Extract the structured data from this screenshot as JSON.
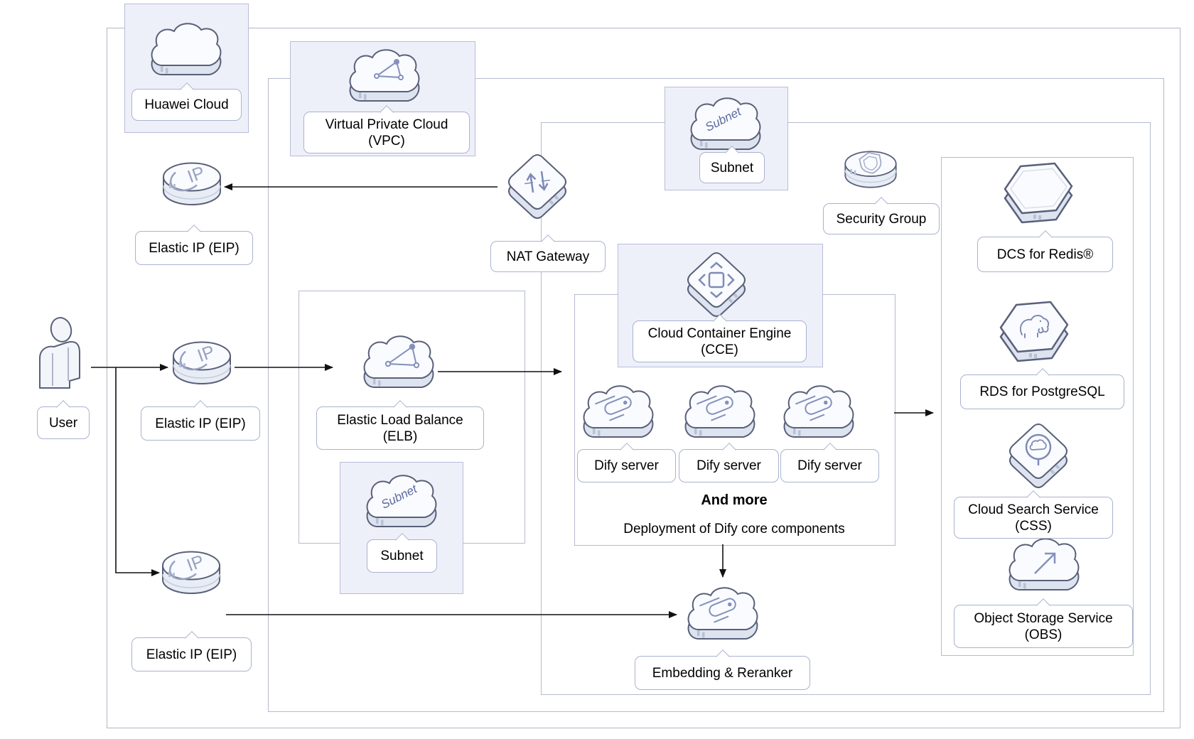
{
  "nodes": {
    "user": {
      "label": "User"
    },
    "huawei_cloud": {
      "label": "Huawei Cloud"
    },
    "vpc": {
      "line1": "Virtual Private Cloud",
      "line2": "(VPC)"
    },
    "eip_top": {
      "label": "Elastic IP (EIP)"
    },
    "eip_mid": {
      "label": "Elastic IP (EIP)"
    },
    "eip_bottom": {
      "label": "Elastic IP (EIP)"
    },
    "nat_gateway": {
      "label": "NAT Gateway"
    },
    "subnet_top": {
      "label": "Subnet"
    },
    "security_group": {
      "label": "Security Group"
    },
    "elb": {
      "line1": "Elastic Load Balance",
      "line2": "(ELB)"
    },
    "subnet_bottom": {
      "label": "Subnet"
    },
    "cce": {
      "line1": "Cloud Container Engine",
      "line2": "(CCE)"
    },
    "dify_server_1": {
      "label": "Dify server"
    },
    "dify_server_2": {
      "label": "Dify server"
    },
    "dify_server_3": {
      "label": "Dify server"
    },
    "embedding": {
      "label": "Embedding & Reranker"
    },
    "dcs": {
      "label": "DCS for Redis®"
    },
    "rds": {
      "label": "RDS for PostgreSQL"
    },
    "css": {
      "line1": "Cloud Search Service",
      "line2": "(CSS)"
    },
    "obs": {
      "line1": "Object Storage Service",
      "line2": "(OBS)"
    }
  },
  "annotations": {
    "and_more": "And more",
    "deployment_note": "Deployment of Dify core components"
  },
  "icon_glyphs": {
    "eip_text": "IP",
    "subnet_text": "Subnet"
  },
  "icons": [
    "user-icon",
    "cloud-icon",
    "vpc-icon",
    "eip-icon",
    "nat-gateway-icon",
    "subnet-icon",
    "security-group-icon",
    "elb-icon",
    "cce-icon",
    "dify-server-icon",
    "embedding-icon",
    "dcs-redis-icon",
    "rds-postgresql-icon",
    "cloud-search-icon",
    "obs-icon"
  ],
  "colors": {
    "lavender_fill": "#eef0f9",
    "box_border": "#b6bacf",
    "bubble_border": "#a9b3cf",
    "icon_stroke": "#596079",
    "glyph_stroke": "#8590bc",
    "arrow": "#111111"
  }
}
